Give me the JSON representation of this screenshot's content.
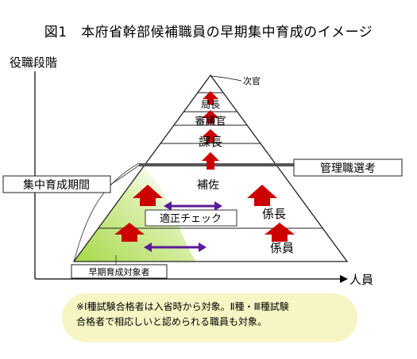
{
  "title": "図1　本府省幹部候補職員の早期集中育成のイメージ",
  "axis": {
    "y_label": "役職段階",
    "x_label": "人員"
  },
  "levels": {
    "top": "次官",
    "l1": "局長",
    "l2": "審議官",
    "l3": "課長",
    "l4": "補佐",
    "l5": "係長",
    "l6": "係員"
  },
  "callouts": {
    "manager": "管理職選考",
    "period": "集中育成期間",
    "check": "適正チェック",
    "target": "早期育成対象者"
  },
  "note": {
    "line1": "※Ⅰ種試験合格者は入省時から対象。Ⅱ種・Ⅲ種試験",
    "line2": "合格者で相応しいと認められる職員も対象。"
  },
  "colors": {
    "arrow_red": "#cc0000",
    "arrow_purple": "#5a1a9a",
    "band_green": "#a8d84a",
    "note_bg": "#f6f6c4",
    "divider_gray": "#555555"
  }
}
